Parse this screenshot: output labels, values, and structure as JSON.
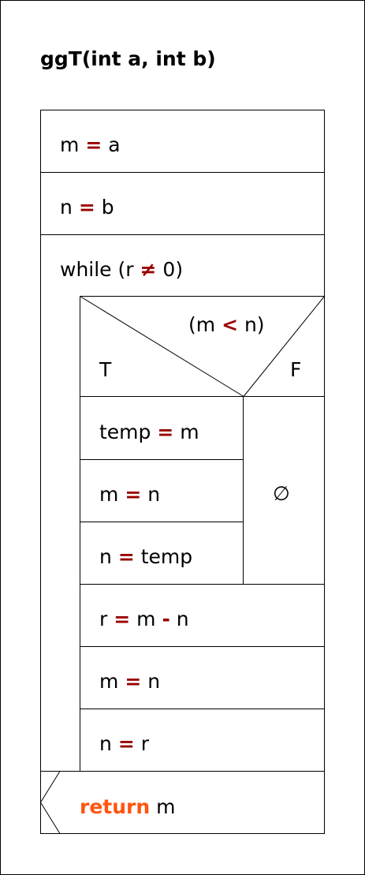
{
  "function": {
    "name": "ggT",
    "signature": "ggT(int a, int b)"
  },
  "statements": [
    {
      "lhs": "m",
      "op": "=",
      "rhs": "a"
    },
    {
      "lhs": "n",
      "op": "=",
      "rhs": "b"
    }
  ],
  "loop": {
    "keyword": "while",
    "open": "(r ",
    "op": "≠",
    "close": " 0)"
  },
  "condition": {
    "open": "(m ",
    "op": "<",
    "close": " n)",
    "true_label": "T",
    "false_label": "F",
    "false_branch": "∅"
  },
  "true_branch": [
    {
      "lhs": "temp",
      "op": "=",
      "rhs": "m"
    },
    {
      "lhs": "m",
      "op": "=",
      "rhs": "n"
    },
    {
      "lhs": "n",
      "op": "=",
      "rhs": "temp"
    }
  ],
  "loop_body": [
    {
      "lhs": "r",
      "op": "=",
      "rhs": "m",
      "op2": "-",
      "rhs2": "n"
    },
    {
      "lhs": "m",
      "op": "=",
      "rhs": "n"
    },
    {
      "lhs": "n",
      "op": "=",
      "rhs": "r"
    }
  ],
  "return": {
    "keyword": "return",
    "value": "m"
  },
  "colors": {
    "operator": "#990000",
    "keyword": "#ff5511",
    "line": "#000000"
  }
}
